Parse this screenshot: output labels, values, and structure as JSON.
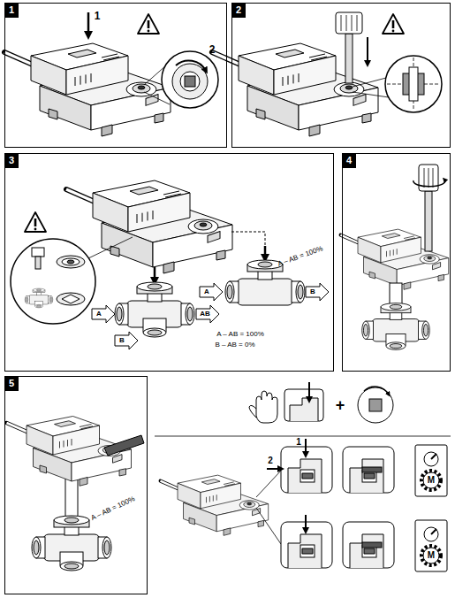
{
  "diagram": {
    "nodes": [
      {
        "text": [
          "1"
        ]
      },
      {
        "text": [
          "2"
        ]
      },
      {
        "text": [
          "3"
        ]
      },
      {
        "text": [
          "4"
        ]
      },
      {
        "text": [
          "5"
        ]
      }
    ],
    "labels": [
      "1",
      "2",
      "A",
      "AB",
      "B",
      "A – AB = 100%",
      "B – AB = 0%",
      "A",
      "B",
      "A – AB = 100%",
      "A – AB = 100%",
      "+",
      "1",
      "2",
      "M",
      "M"
    ]
  }
}
